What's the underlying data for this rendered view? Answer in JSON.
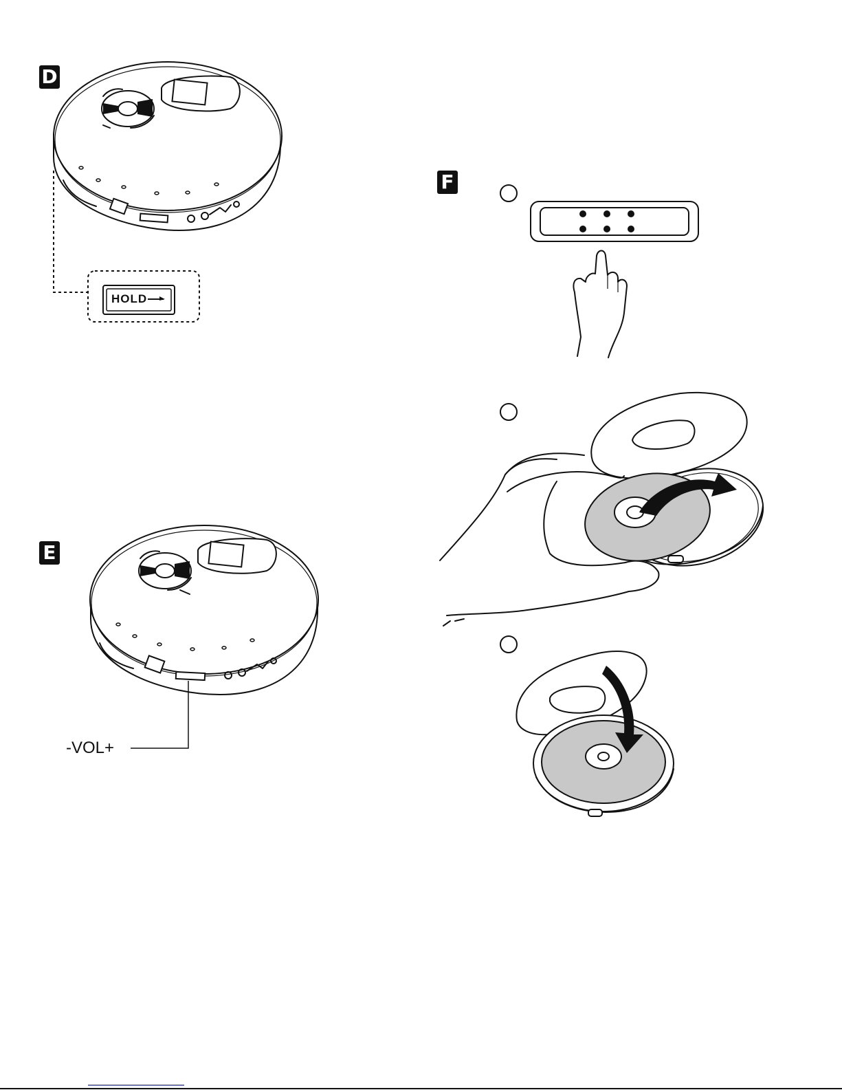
{
  "panels": {
    "d": {
      "letter": "D",
      "hold_label": "HOLD"
    },
    "e": {
      "letter": "E",
      "vol_label": "-VOL+"
    },
    "f": {
      "letter": "F"
    }
  },
  "colors": {
    "ink": "#111111",
    "paper": "#ffffff",
    "disc_gray": "#c8c8c8",
    "footer_link": "#3344cc"
  }
}
